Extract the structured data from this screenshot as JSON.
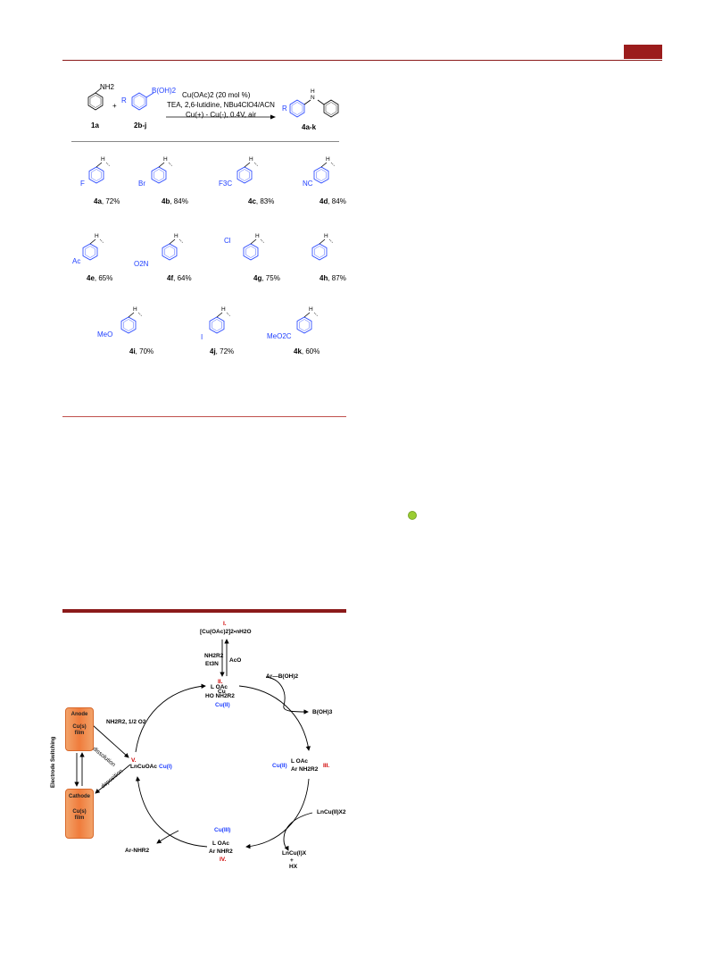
{
  "scheme": {
    "reactant1_label": "1a",
    "reactant2_label": "2b-j",
    "product_label": "4a-k",
    "nh2": "NH2",
    "boronic": "B(OH)2",
    "r": "R",
    "plus": "+",
    "cond1": "Cu(OAc)2 (20 mol %)",
    "cond2": "TEA, 2,6-lutidine, NBu4ClO4/ACN",
    "cond3": "Cu(+) - Cu(-), 0.4V, air",
    "nh": "H\nN"
  },
  "products": [
    {
      "id": "4a",
      "yield": ", 72%",
      "sub": "F"
    },
    {
      "id": "4b",
      "yield": ", 84%",
      "sub": "Br"
    },
    {
      "id": "4c",
      "yield": ", 83%",
      "sub": "F3C"
    },
    {
      "id": "4d",
      "yield": ", 84%",
      "sub": "NC"
    },
    {
      "id": "4e",
      "yield": ", 65%",
      "sub": "Ac"
    },
    {
      "id": "4f",
      "yield": ", 64%",
      "sub": "O2N"
    },
    {
      "id": "4g",
      "yield": ", 75%",
      "sub": "Cl"
    },
    {
      "id": "4h",
      "yield": ", 87%",
      "sub": ""
    },
    {
      "id": "4i",
      "yield": ", 70%",
      "sub": "MeO"
    },
    {
      "id": "4j",
      "yield": ", 72%",
      "sub": "I"
    },
    {
      "id": "4k",
      "yield": ", 60%",
      "sub": "MeO2C"
    }
  ],
  "cycle": {
    "I_label": "I.",
    "I_formula": "[Cu(OAc)2]2•nH2O",
    "nh2r2": "NH2R2",
    "et3n": "Et3N",
    "aco": "AcO",
    "II_label": "II.",
    "II_line1": "L  OAc",
    "II_line2": "HO  NH2R2",
    "II_cu": "Cu",
    "II_ox": "Cu(II)",
    "arb": "Ar—B(OH)2",
    "boh3": "B(OH)3",
    "III_label": "III.",
    "III_ox": "Cu(II)",
    "III_line1": "L  OAc",
    "III_line2": "Ar  NH2R2",
    "lncux2": "LnCu(II)X2",
    "lncux": "LnCu(I)X",
    "plus": "+",
    "hx": "HX",
    "IV_ox": "Cu(III)",
    "IV_line1": "L  OAc",
    "IV_line2": "Ar  NHR2",
    "IV_label": "IV.",
    "ar_nhr2": "Ar-NHR2",
    "V_label": "V.",
    "V_formula": "LnCuOAc",
    "V_ox": "Cu(I)",
    "nh2r2_o2": "NH2R2, 1/2 O2",
    "dissolution": "dissolution",
    "deposition": "deposition",
    "anode": "Anode",
    "cathode": "Cathode",
    "film_line1": "Cu(s)",
    "film_line2": "film",
    "switching": "Electrode Switching"
  }
}
